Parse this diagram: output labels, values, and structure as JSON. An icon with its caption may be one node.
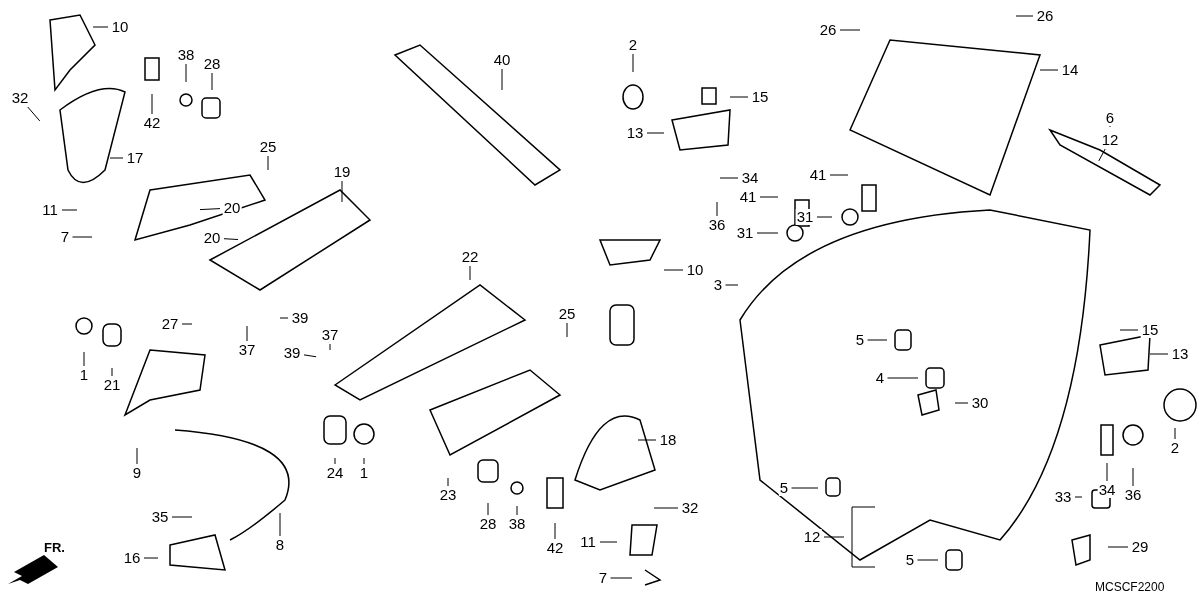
{
  "diagram": {
    "nodes": [
      {
        "text": [
          "10"
        ]
      },
      {
        "text": [
          "32"
        ]
      },
      {
        "text": [
          "42"
        ]
      },
      {
        "text": [
          "38"
        ]
      },
      {
        "text": [
          "28"
        ]
      },
      {
        "text": [
          "17"
        ]
      },
      {
        "text": [
          "11"
        ]
      },
      {
        "text": [
          "7"
        ]
      },
      {
        "text": [
          "20"
        ]
      },
      {
        "text": [
          "20"
        ]
      },
      {
        "text": [
          "25"
        ]
      },
      {
        "text": [
          "19"
        ]
      },
      {
        "text": [
          "39"
        ]
      },
      {
        "text": [
          "37"
        ]
      },
      {
        "text": [
          "1"
        ]
      },
      {
        "text": [
          "21"
        ]
      },
      {
        "text": [
          "27"
        ]
      },
      {
        "text": [
          "9"
        ]
      },
      {
        "text": [
          "35"
        ]
      },
      {
        "text": [
          "16"
        ]
      },
      {
        "text": [
          "8"
        ]
      },
      {
        "text": [
          "40"
        ]
      },
      {
        "text": [
          "22"
        ]
      },
      {
        "text": [
          "37"
        ]
      },
      {
        "text": [
          "39"
        ]
      },
      {
        "text": [
          "25"
        ]
      },
      {
        "text": [
          "24"
        ]
      },
      {
        "text": [
          "1"
        ]
      },
      {
        "text": [
          "23"
        ]
      },
      {
        "text": [
          "28"
        ]
      },
      {
        "text": [
          "38"
        ]
      },
      {
        "text": [
          "42"
        ]
      },
      {
        "text": [
          "2"
        ]
      },
      {
        "text": [
          "15"
        ]
      },
      {
        "text": [
          "13"
        ]
      },
      {
        "text": [
          "34"
        ]
      },
      {
        "text": [
          "36"
        ]
      },
      {
        "text": [
          "10"
        ]
      },
      {
        "text": [
          "18"
        ]
      },
      {
        "text": [
          "32"
        ]
      },
      {
        "text": [
          "11"
        ]
      },
      {
        "text": [
          "7"
        ]
      },
      {
        "text": [
          "26"
        ]
      },
      {
        "text": [
          "26"
        ]
      },
      {
        "text": [
          "14"
        ]
      },
      {
        "text": [
          "6"
        ]
      },
      {
        "text": [
          "12"
        ]
      },
      {
        "text": [
          "41"
        ]
      },
      {
        "text": [
          "41"
        ]
      },
      {
        "text": [
          "31"
        ]
      },
      {
        "text": [
          "31"
        ]
      },
      {
        "text": [
          "3"
        ]
      },
      {
        "text": [
          "5"
        ]
      },
      {
        "text": [
          "4"
        ]
      },
      {
        "text": [
          "30"
        ]
      },
      {
        "text": [
          "15"
        ]
      },
      {
        "text": [
          "13"
        ]
      },
      {
        "text": [
          "34"
        ]
      },
      {
        "text": [
          "36"
        ]
      },
      {
        "text": [
          "2"
        ]
      },
      {
        "text": [
          "5"
        ]
      },
      {
        "text": [
          "12"
        ]
      },
      {
        "text": [
          "33"
        ]
      },
      {
        "text": [
          "29"
        ]
      },
      {
        "text": [
          "5"
        ]
      }
    ],
    "edges": [
      {
        "from": 0,
        "to": null,
        "arrow": "none"
      },
      {
        "from": 1,
        "to": null,
        "arrow": "none"
      },
      {
        "from": 2,
        "to": null,
        "arrow": "none"
      },
      {
        "from": 3,
        "to": null,
        "arrow": "none"
      },
      {
        "from": 4,
        "to": null,
        "arrow": "none"
      },
      {
        "from": 5,
        "to": null,
        "arrow": "none"
      },
      {
        "from": 6,
        "to": null,
        "arrow": "none"
      },
      {
        "from": 7,
        "to": null,
        "arrow": "none"
      },
      {
        "from": 8,
        "to": null,
        "arrow": "none"
      },
      {
        "from": 9,
        "to": null,
        "arrow": "none"
      },
      {
        "from": 10,
        "to": null,
        "arrow": "none"
      },
      {
        "from": 11,
        "to": null,
        "arrow": "none"
      },
      {
        "from": 12,
        "to": null,
        "arrow": "none"
      },
      {
        "from": 13,
        "to": null,
        "arrow": "none"
      },
      {
        "from": 14,
        "to": null,
        "arrow": "none"
      },
      {
        "from": 15,
        "to": null,
        "arrow": "none"
      },
      {
        "from": 16,
        "to": null,
        "arrow": "none"
      },
      {
        "from": 17,
        "to": null,
        "arrow": "none"
      },
      {
        "from": 18,
        "to": null,
        "arrow": "none"
      },
      {
        "from": 19,
        "to": null,
        "arrow": "none"
      },
      {
        "from": 20,
        "to": null,
        "arrow": "none"
      },
      {
        "from": 21,
        "to": null,
        "arrow": "none"
      },
      {
        "from": 22,
        "to": null,
        "arrow": "none"
      },
      {
        "from": 23,
        "to": null,
        "arrow": "none"
      },
      {
        "from": 24,
        "to": null,
        "arrow": "none"
      },
      {
        "from": 25,
        "to": null,
        "arrow": "none"
      },
      {
        "from": 26,
        "to": null,
        "arrow": "none"
      },
      {
        "from": 27,
        "to": null,
        "arrow": "none"
      },
      {
        "from": 28,
        "to": null,
        "arrow": "none"
      },
      {
        "from": 29,
        "to": null,
        "arrow": "none"
      },
      {
        "from": 30,
        "to": null,
        "arrow": "none"
      },
      {
        "from": 31,
        "to": null,
        "arrow": "none"
      },
      {
        "from": 32,
        "to": null,
        "arrow": "none"
      },
      {
        "from": 33,
        "to": null,
        "arrow": "none"
      },
      {
        "from": 34,
        "to": null,
        "arrow": "none"
      },
      {
        "from": 35,
        "to": null,
        "arrow": "none"
      },
      {
        "from": 36,
        "to": null,
        "arrow": "none"
      },
      {
        "from": 37,
        "to": null,
        "arrow": "none"
      },
      {
        "from": 38,
        "to": null,
        "arrow": "none"
      },
      {
        "from": 39,
        "to": null,
        "arrow": "none"
      },
      {
        "from": 40,
        "to": null,
        "arrow": "none"
      },
      {
        "from": 41,
        "to": null,
        "arrow": "none"
      },
      {
        "from": 42,
        "to": null,
        "arrow": "none"
      },
      {
        "from": 43,
        "to": null,
        "arrow": "none"
      },
      {
        "from": 44,
        "to": null,
        "arrow": "none"
      },
      {
        "from": 45,
        "to": null,
        "arrow": "none"
      },
      {
        "from": 46,
        "to": null,
        "arrow": "none"
      },
      {
        "from": 47,
        "to": null,
        "arrow": "none"
      },
      {
        "from": 48,
        "to": null,
        "arrow": "none"
      },
      {
        "from": 49,
        "to": null,
        "arrow": "none"
      },
      {
        "from": 50,
        "to": null,
        "arrow": "none"
      },
      {
        "from": 51,
        "to": null,
        "arrow": "none"
      },
      {
        "from": 52,
        "to": null,
        "arrow": "none"
      },
      {
        "from": 53,
        "to": null,
        "arrow": "none"
      },
      {
        "from": 54,
        "to": null,
        "arrow": "none"
      },
      {
        "from": 55,
        "to": null,
        "arrow": "none"
      },
      {
        "from": 56,
        "to": null,
        "arrow": "none"
      },
      {
        "from": 57,
        "to": null,
        "arrow": "none"
      },
      {
        "from": 58,
        "to": null,
        "arrow": "none"
      },
      {
        "from": 59,
        "to": null,
        "arrow": "none"
      },
      {
        "from": 60,
        "to": null,
        "arrow": "none"
      },
      {
        "from": 61,
        "to": null,
        "arrow": "none"
      },
      {
        "from": 62,
        "to": null,
        "arrow": "none"
      },
      {
        "from": 63,
        "to": null,
        "arrow": "none"
      },
      {
        "from": 64,
        "to": null,
        "arrow": "none"
      }
    ],
    "labels": [
      "FR.",
      "MCSCF2200"
    ]
  }
}
